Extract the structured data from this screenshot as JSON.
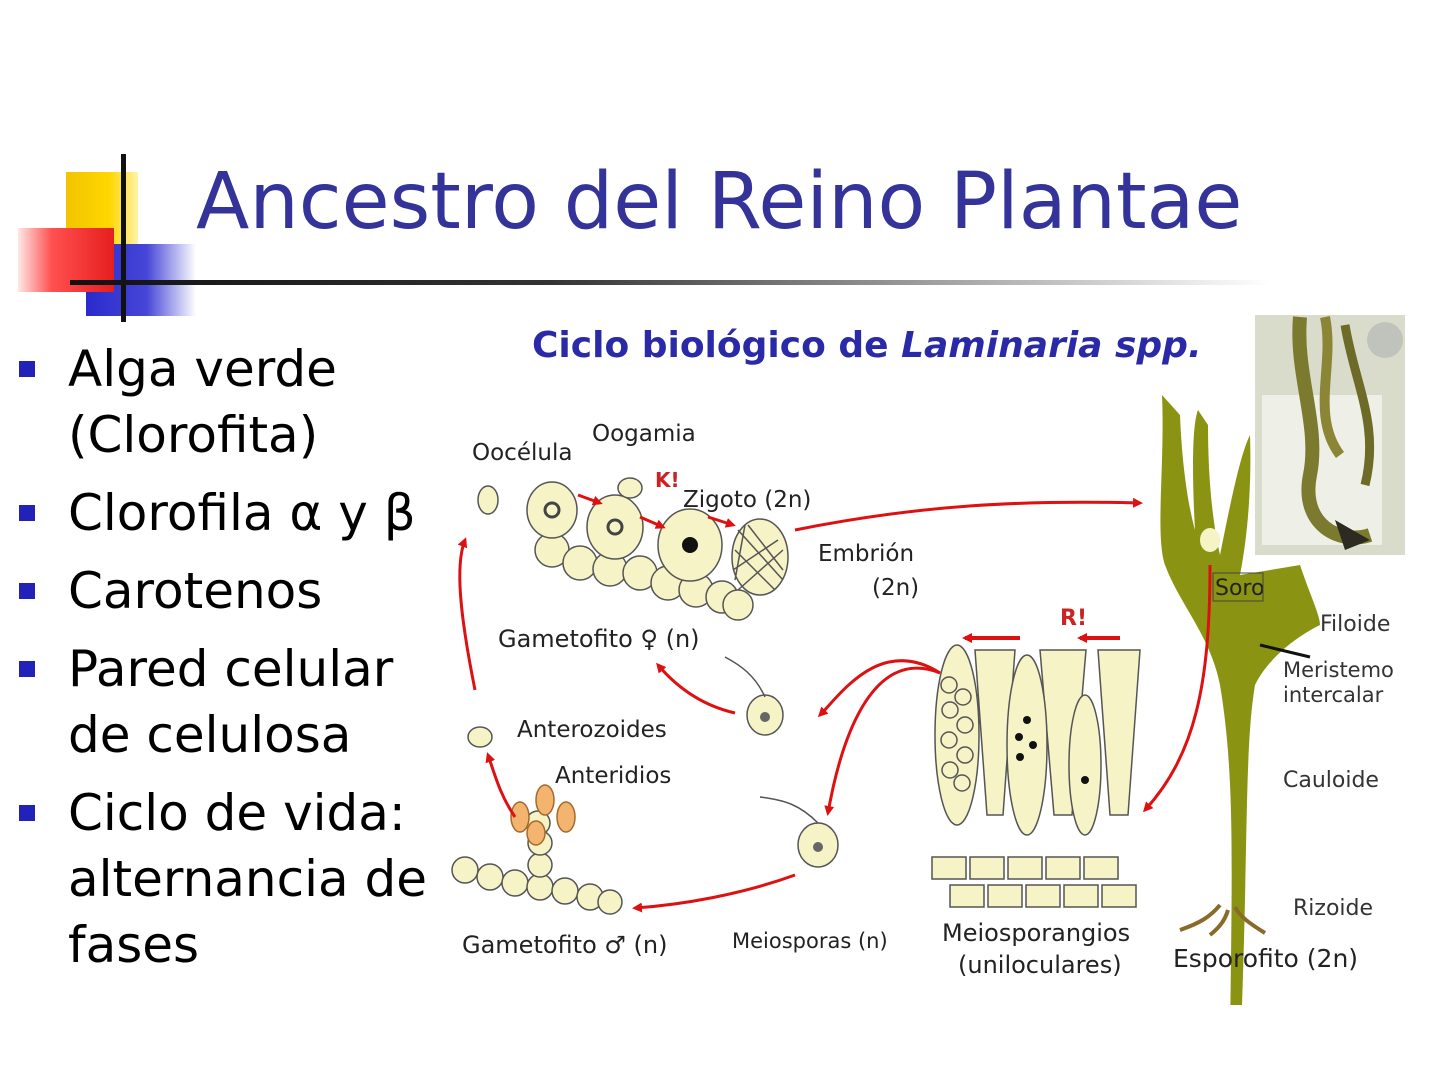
{
  "slide": {
    "title": "Ancestro del Reino Plantae",
    "bullets": [
      "Alga verde (Clorofita)",
      "Clorofila α y β",
      "Carotenos",
      "Pared celular de celulosa",
      "Ciclo de vida: alternancia de fases"
    ]
  },
  "diagram": {
    "title_plain": "Ciclo biológico de ",
    "title_italic": "Laminaria spp.",
    "labels": {
      "oocelula": "Oocélula",
      "oogamia": "Oogamia",
      "k": "K!",
      "zigoto": "Zigoto (2n)",
      "embrion": "Embrión",
      "embrion_n": "(2n)",
      "gametofito_f": "Gametofito ♀ (n)",
      "anterozoides": "Anterozoides",
      "anteridios": "Anteridios",
      "gametofito_m": "Gametofito ♂ (n)",
      "meiosporas": "Meiosporas (n)",
      "meiosporangios": "Meiosporangios",
      "uniloculares": "(uniloculares)",
      "r": "R!",
      "soro": "Soro",
      "filoide": "Filoide",
      "meristemo": "Meristemo",
      "intercalar": "intercalar",
      "cauloide": "Cauloide",
      "rizoide": "Rizoide",
      "esporofito": "Esporofito (2n)"
    }
  },
  "colors": {
    "title": "#333399",
    "bullet": "#2222bb",
    "arrow": "#dd1111",
    "kelp": "#8a9412",
    "cell": "#f6f3c6"
  }
}
